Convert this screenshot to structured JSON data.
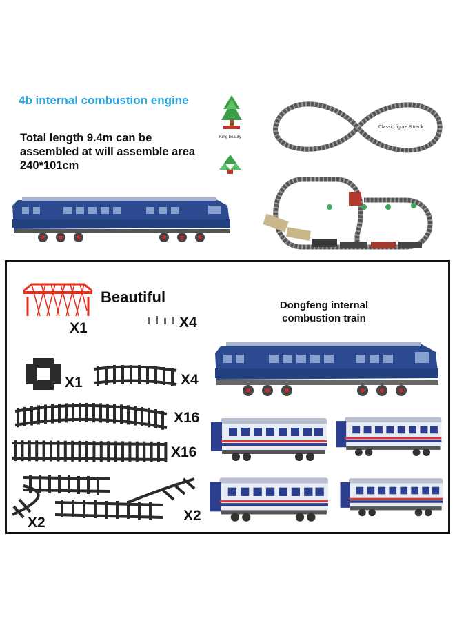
{
  "top": {
    "headline": "4b internal combustion engine",
    "description": "Total length 9.4m can be assembled at will assemble area 240*101cm",
    "tree_caption": "King beauty",
    "figure8_caption": "Classic figure 8 track"
  },
  "parts": {
    "bridge_label": "Beautiful",
    "bridge_qty": "X1",
    "trees_qty": "X4",
    "connector_qty": "X1",
    "short_track_qty": "X4",
    "curved_track_qty": "X16",
    "straight_track_qty": "X16",
    "switch_left_qty": "X2",
    "switch_right_qty": "X2",
    "train_title": "Dongfeng internal combustion train"
  },
  "colors": {
    "headline": "#2aa4dc",
    "locomotive_body": "#2b4a8f",
    "coach_body": "#e8ecf4",
    "coach_stripe": "#2c3f8f",
    "track": "#2a2a2a",
    "bridge": "#e0301e",
    "panel_border": "#111111"
  }
}
